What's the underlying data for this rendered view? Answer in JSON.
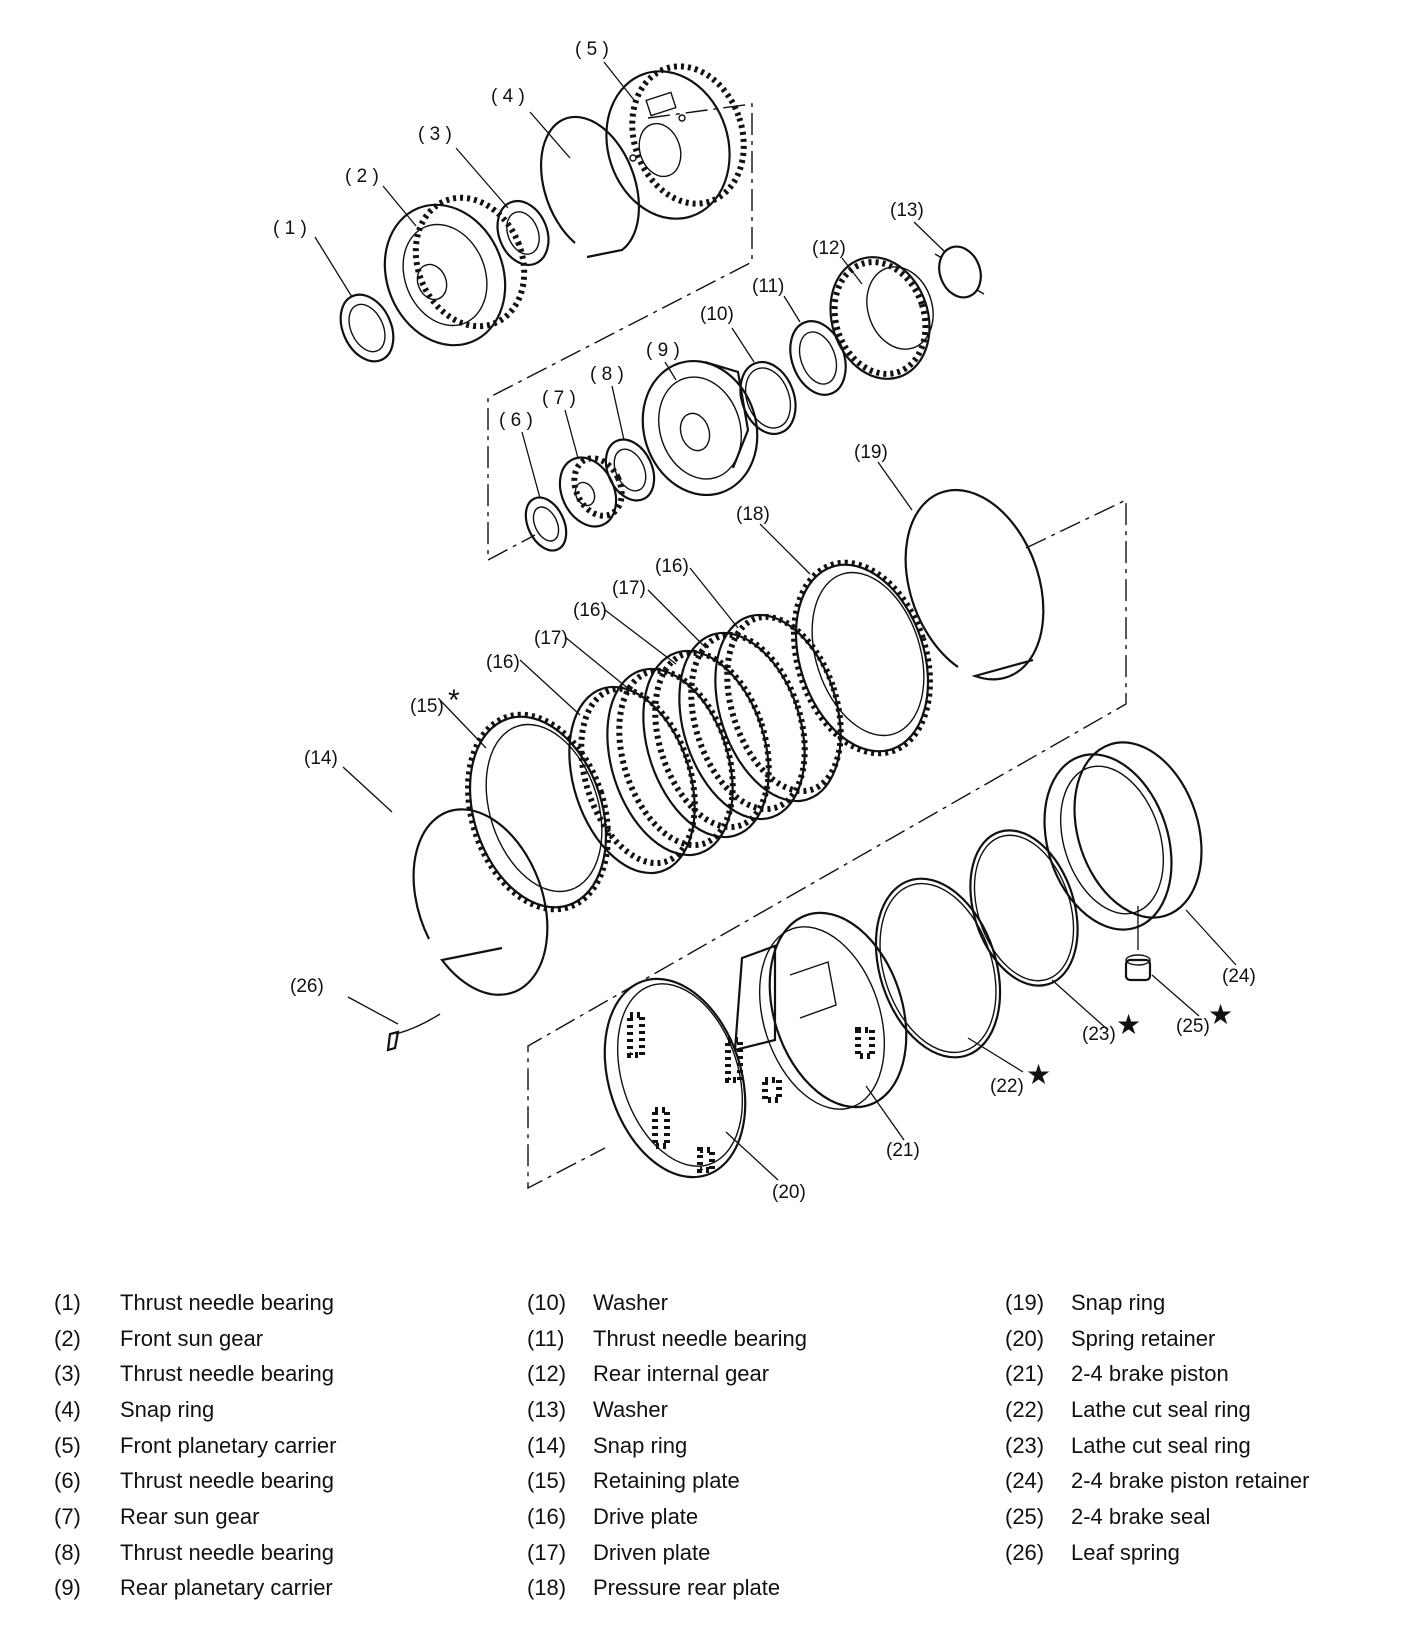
{
  "diagram": {
    "callouts": [
      {
        "id": "1",
        "label": "( 1 )"
      },
      {
        "id": "2",
        "label": "( 2 )"
      },
      {
        "id": "3",
        "label": "( 3 )"
      },
      {
        "id": "4",
        "label": "( 4 )"
      },
      {
        "id": "5",
        "label": "( 5 )"
      },
      {
        "id": "6",
        "label": "( 6 )"
      },
      {
        "id": "7",
        "label": "( 7 )"
      },
      {
        "id": "8",
        "label": "( 8 )"
      },
      {
        "id": "9",
        "label": "( 9 )"
      },
      {
        "id": "10",
        "label": "(10)"
      },
      {
        "id": "11",
        "label": "(11)"
      },
      {
        "id": "12",
        "label": "(12)"
      },
      {
        "id": "13",
        "label": "(13)"
      },
      {
        "id": "14",
        "label": "(14)"
      },
      {
        "id": "15",
        "label": "(15)"
      },
      {
        "id": "16a",
        "label": "(16)"
      },
      {
        "id": "17a",
        "label": "(17)"
      },
      {
        "id": "16b",
        "label": "(16)"
      },
      {
        "id": "17b",
        "label": "(17)"
      },
      {
        "id": "16c",
        "label": "(16)"
      },
      {
        "id": "18",
        "label": "(18)"
      },
      {
        "id": "19",
        "label": "(19)"
      },
      {
        "id": "20",
        "label": "(20)"
      },
      {
        "id": "21",
        "label": "(21)"
      },
      {
        "id": "22",
        "label": "(22)"
      },
      {
        "id": "23",
        "label": "(23)"
      },
      {
        "id": "24",
        "label": "(24)"
      },
      {
        "id": "25",
        "label": "(25)"
      },
      {
        "id": "26",
        "label": "(26)"
      }
    ],
    "marks": {
      "asterisk": "*",
      "star": "★"
    }
  },
  "legend": {
    "columns": [
      [
        {
          "num": "(1)",
          "name": "Thrust needle bearing"
        },
        {
          "num": "(2)",
          "name": "Front sun gear"
        },
        {
          "num": "(3)",
          "name": "Thrust needle bearing"
        },
        {
          "num": "(4)",
          "name": "Snap ring"
        },
        {
          "num": "(5)",
          "name": "Front planetary carrier"
        },
        {
          "num": "(6)",
          "name": "Thrust needle bearing"
        },
        {
          "num": "(7)",
          "name": "Rear sun gear"
        },
        {
          "num": "(8)",
          "name": "Thrust needle bearing"
        },
        {
          "num": "(9)",
          "name": "Rear planetary carrier"
        }
      ],
      [
        {
          "num": "(10)",
          "name": "Washer"
        },
        {
          "num": "(11)",
          "name": "Thrust needle bearing"
        },
        {
          "num": "(12)",
          "name": "Rear internal gear"
        },
        {
          "num": "(13)",
          "name": "Washer"
        },
        {
          "num": "(14)",
          "name": "Snap ring"
        },
        {
          "num": "(15)",
          "name": "Retaining plate"
        },
        {
          "num": "(16)",
          "name": "Drive plate"
        },
        {
          "num": "(17)",
          "name": "Driven plate"
        },
        {
          "num": "(18)",
          "name": "Pressure rear plate"
        }
      ],
      [
        {
          "num": "(19)",
          "name": "Snap ring"
        },
        {
          "num": "(20)",
          "name": "Spring retainer"
        },
        {
          "num": "(21)",
          "name": "2-4 brake piston"
        },
        {
          "num": "(22)",
          "name": "Lathe cut seal ring"
        },
        {
          "num": "(23)",
          "name": "Lathe cut seal ring"
        },
        {
          "num": "(24)",
          "name": "2-4 brake piston retainer"
        },
        {
          "num": "(25)",
          "name": "2-4 brake seal"
        },
        {
          "num": "(26)",
          "name": "Leaf spring"
        }
      ]
    ]
  }
}
